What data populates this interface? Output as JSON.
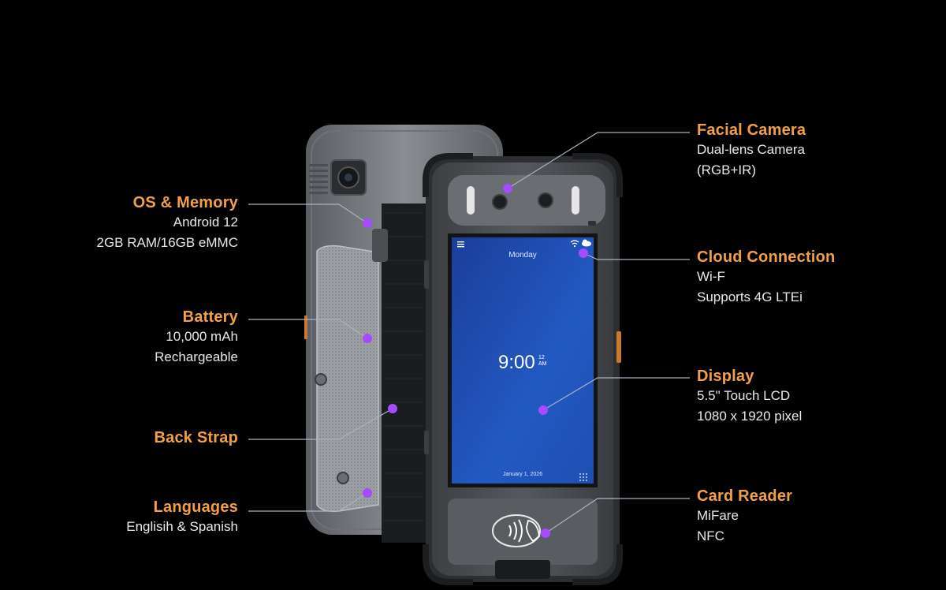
{
  "labels": {
    "os_memory": {
      "title": "OS & Memory",
      "line1": "Android 12",
      "line2": "2GB RAM/16GB eMMC"
    },
    "battery": {
      "title": "Battery",
      "line1": "10,000 mAh",
      "line2": "Rechargeable"
    },
    "back_strap": {
      "title": "Back Strap"
    },
    "languages": {
      "title": "Languages",
      "line1": "Englisih & Spanish"
    },
    "facial_camera": {
      "title": "Facial Camera",
      "line1": "Dual-lens Camera",
      "line2": "(RGB+IR)"
    },
    "cloud_connection": {
      "title": "Cloud Connection",
      "line1": "Wi-F",
      "line2": "Supports 4G LTEi"
    },
    "display": {
      "title": "Display",
      "line1": "5.5\" Touch LCD",
      "line2": "1080 x 1920 pixel"
    },
    "card_reader": {
      "title": "Card Reader",
      "line1": "MiFare",
      "line2": "NFC"
    }
  },
  "screen": {
    "day": "Monday",
    "time": "9:00",
    "seconds": "12",
    "ampm": "AM",
    "date": "January 1, 2026"
  },
  "colors": {
    "background": "#000000",
    "accent": "#f2a048",
    "marker": "#a64bff",
    "screen": "#1a4aa8"
  }
}
